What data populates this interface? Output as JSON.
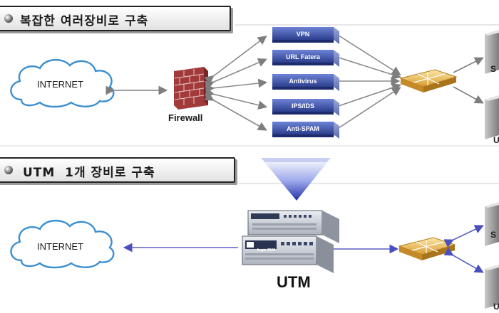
{
  "top_section": {
    "title": "복잡한 여러장비로 구축",
    "internet_label": "INTERNET",
    "firewall_label": "Firewall",
    "services": [
      "VPN",
      "URL Fatera",
      "Antivirus",
      "IPS/IDS",
      "Anti-SPAM"
    ],
    "server_label_1": "S",
    "server_label_2": "U"
  },
  "bottom_section": {
    "title": "UTM  1개 장비로 구축",
    "internet_label": "INTERNET",
    "utm_label": "UTM",
    "device_brand": "Aegis 3000",
    "server_label_1": "S",
    "server_label_2": "U"
  },
  "colors": {
    "service_box": "#3f56a8",
    "arrow_top": "#8a8a8a",
    "arrow_bottom": "#5a5fc4",
    "hub": "#e8b84a",
    "funnel": "#3344aa"
  }
}
